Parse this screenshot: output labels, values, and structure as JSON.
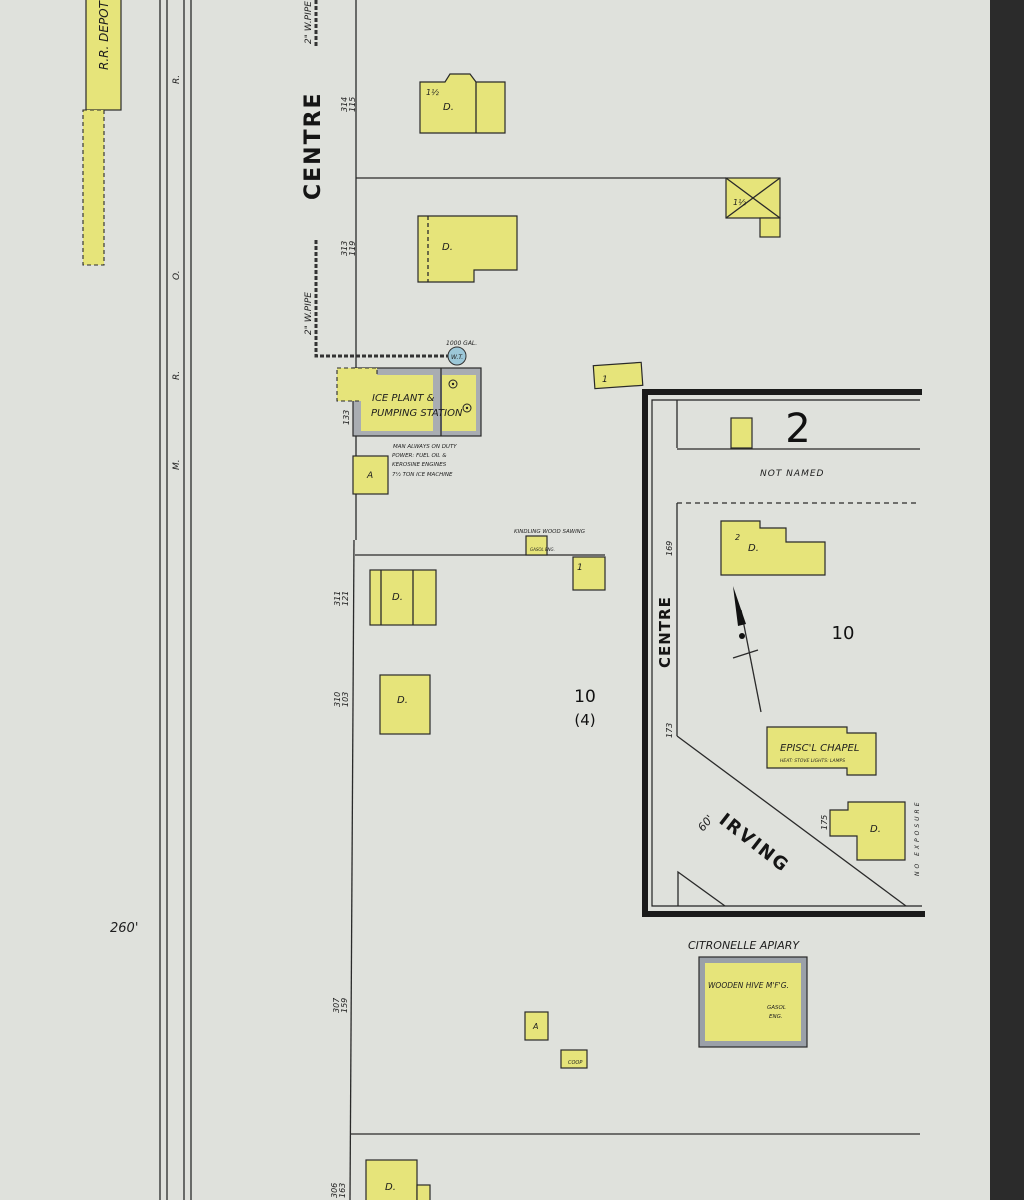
{
  "map": {
    "colors": {
      "paper": "#dfe1dc",
      "frame_edge": "#2b2b2b",
      "frame_building": "#e6e47a",
      "brick_stone_outline": "#9aa0a8",
      "water_tank": "#9cc7d8"
    },
    "streets": {
      "centre_main": "CENTRE",
      "centre_block": "CENTRE",
      "irving": "IRVING",
      "irving_width": "60'",
      "not_named": "NOT NAMED"
    },
    "railroad_letters": [
      "R.",
      "O.",
      "R.",
      "M."
    ],
    "railroad_depot": "R.R. DEPOT",
    "water_pipe_labels": [
      "2\" W.PIPE",
      "2\" W.PIPE"
    ],
    "distance_label": "260'",
    "block_numbers": {
      "main": "10",
      "main_sub": "(4)",
      "right": "10",
      "sheet": "2"
    },
    "addresses": [
      {
        "a": "314",
        "b": "115"
      },
      {
        "a": "313",
        "b": "119"
      },
      {
        "a": "133",
        "b": ""
      },
      {
        "a": "311",
        "b": "121"
      },
      {
        "a": "310",
        "b": "103"
      },
      {
        "a": "307",
        "b": "159"
      },
      {
        "a": "306",
        "b": "163"
      },
      {
        "a": "169",
        "b": ""
      },
      {
        "a": "173",
        "b": ""
      },
      {
        "a": "175",
        "b": ""
      }
    ],
    "ice_plant": {
      "name_line1": "ICE PLANT &",
      "name_line2": "PUMPING STATION",
      "tank": "W.T.",
      "tank_capacity": "1000 GAL.",
      "notes": [
        "MAN ALWAYS ON DUTY",
        "POWER: FUEL OIL &",
        "KEROSINE ENGINES",
        "7½ TON ICE MACHINE"
      ]
    },
    "kindling": {
      "label": "KINDLING WOOD SAWING",
      "engine": "GASOL ENG."
    },
    "chapel": {
      "name": "EPISC'L CHAPEL",
      "note": "HEAT: STOVE  LIGHTS: LAMPS"
    },
    "apiary": {
      "title": "CITRONELLE APIARY",
      "name": "WOODEN HIVE M'F'G.",
      "engine_line1": "GASOL",
      "engine_line2": "ENG."
    },
    "no_exposure": "NO EXPOSURE",
    "building_labels": {
      "dwelling": "D.",
      "auto": "A",
      "one": "1",
      "one_half": "1½",
      "two": "2",
      "coop": "COOP"
    }
  }
}
